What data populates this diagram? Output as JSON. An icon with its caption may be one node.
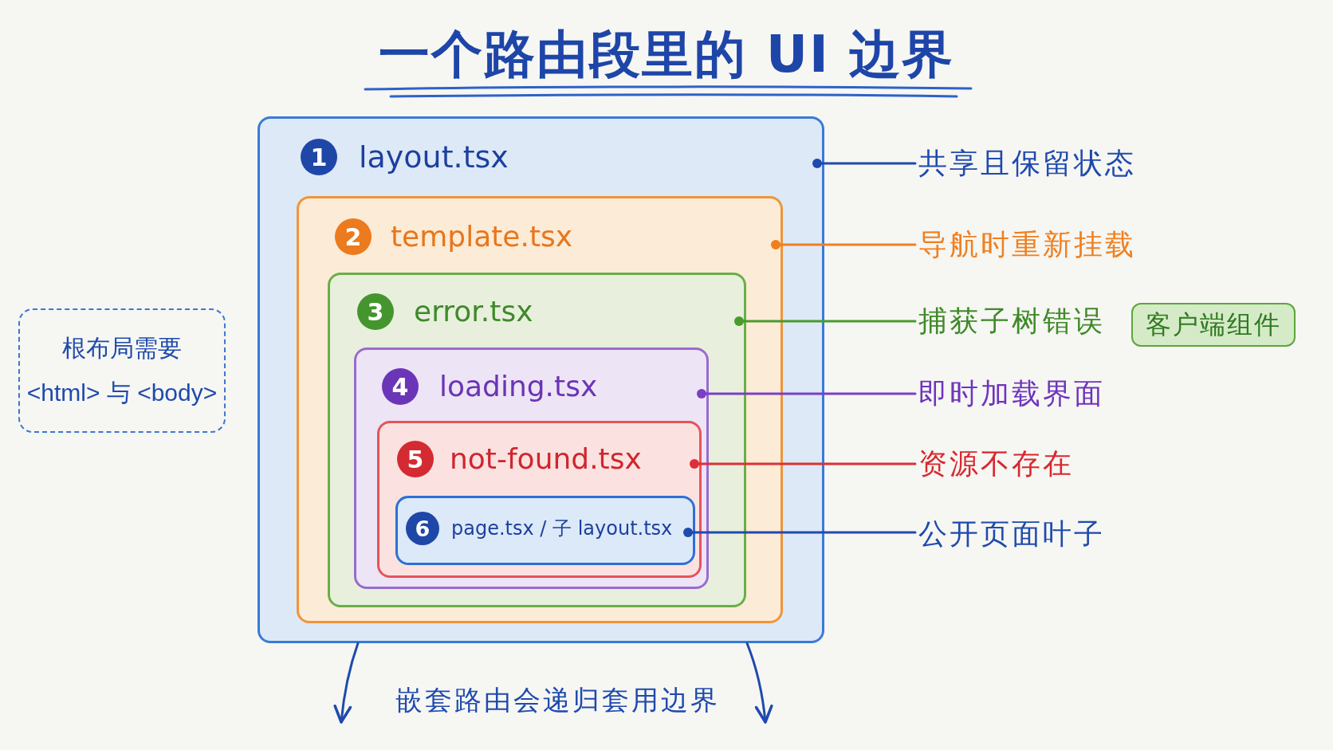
{
  "diagram": {
    "title": "一个路由段里的 UI 边界",
    "nodes": [
      {
        "text": [
          "1",
          "layout.tsx"
        ]
      },
      {
        "text": [
          "2",
          "template.tsx"
        ],
        "in": 0
      },
      {
        "text": [
          "3",
          "error.tsx"
        ],
        "in": 1
      },
      {
        "text": [
          "4",
          "loading.tsx"
        ],
        "in": 2
      },
      {
        "text": [
          "5",
          "not-found.tsx"
        ],
        "in": 3
      },
      {
        "text": [
          "6",
          "page.tsx / 子 layout.tsx"
        ],
        "in": 4
      },
      {
        "text": [
          "共享且保留状态"
        ]
      },
      {
        "text": [
          "导航时重新挂载"
        ]
      },
      {
        "text": [
          "捕获子树错误"
        ]
      },
      {
        "text": [
          "即时加载界面"
        ]
      },
      {
        "text": [
          "资源不存在"
        ]
      },
      {
        "text": [
          "公开页面叶子"
        ]
      },
      {
        "text": [
          "客户端组件"
        ]
      },
      {
        "text": [
          "根布局需要 <html> 与 <body>"
        ]
      }
    ],
    "edges": [
      {
        "from": 6,
        "to": 0,
        "arrow": "other"
      },
      {
        "from": 7,
        "to": 1,
        "arrow": "other",
        "color": "#f07f1e"
      },
      {
        "from": 8,
        "to": 2,
        "arrow": "other",
        "color": "#4a9a2e"
      },
      {
        "from": 9,
        "to": 3,
        "arrow": "other",
        "color": "#7a3fc4"
      },
      {
        "from": 10,
        "to": 4,
        "arrow": "other",
        "color": "#dc2f36"
      },
      {
        "from": 11,
        "to": 5,
        "arrow": "other"
      },
      {
        "from": 0,
        "to": null,
        "arrow": "to"
      },
      {
        "from": 0,
        "to": null,
        "arrow": "to"
      }
    ],
    "labels": [
      "嵌套路由会递归套用边界"
    ]
  }
}
